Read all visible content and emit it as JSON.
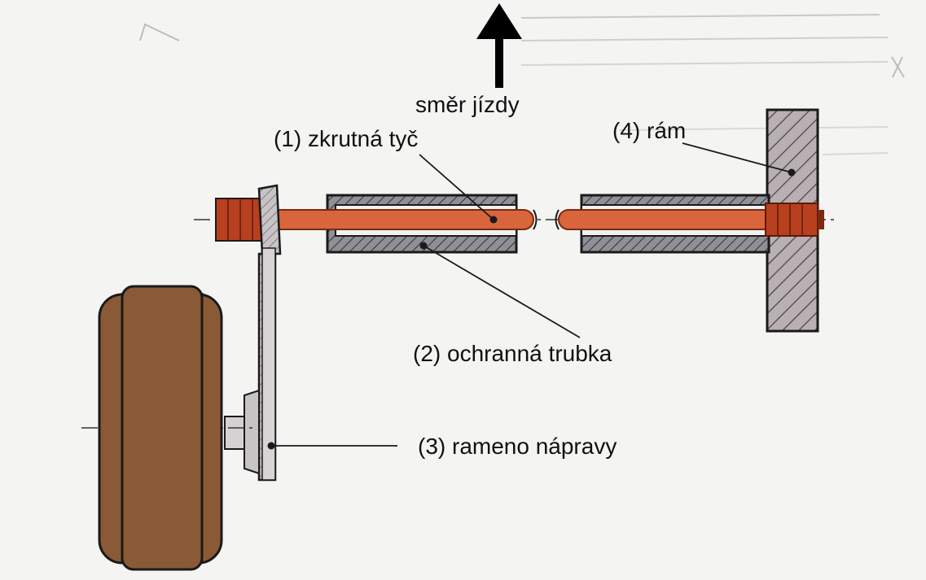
{
  "direction": {
    "label": "směr jízdy"
  },
  "parts": [
    {
      "id": "torsion-bar",
      "number": "(1)",
      "label": "(1) zkrutná tyč"
    },
    {
      "id": "protective-tube",
      "number": "(2)",
      "label": "(2) ochranná trubka"
    },
    {
      "id": "axle-arm",
      "number": "(3)",
      "label": "(3) rameno nápravy"
    },
    {
      "id": "frame",
      "number": "(4)",
      "label": "(4) rám"
    }
  ],
  "colors": {
    "background": "#f4f4f2",
    "torsion_bar": "#d9653d",
    "torsion_bar_end": "#b8401f",
    "tube": "#8f8f95",
    "frame": "#b8b0b3",
    "arm": "#c8c3c6",
    "wheel": "#8a5a36",
    "outline": "#1a1a1a"
  }
}
